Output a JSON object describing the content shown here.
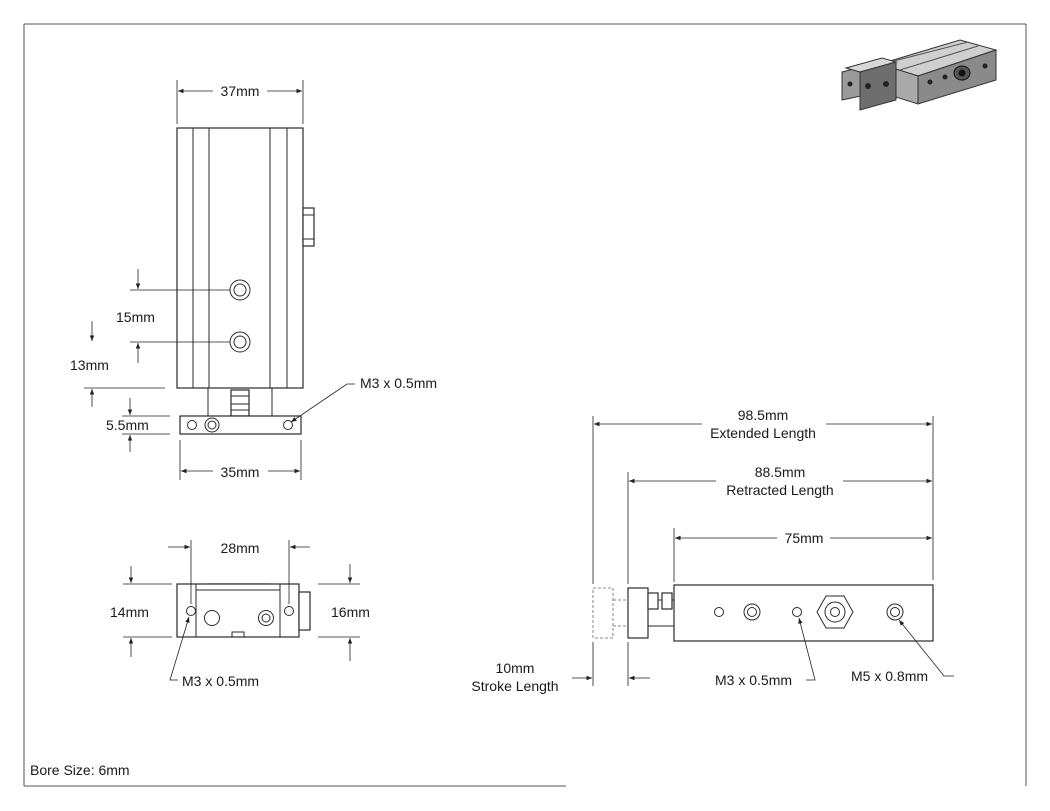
{
  "dims": {
    "top_width": "37mm",
    "hole_spacing": "15mm",
    "hole_offset": "13mm",
    "base_height": "5.5mm",
    "base_width": "35mm",
    "thread_top": "M3 x 0.5mm",
    "front_width": "28mm",
    "front_height": "14mm",
    "front_height2": "16mm",
    "thread_front": "M3 x 0.5mm",
    "extended_value": "98.5mm",
    "extended_label": "Extended Length",
    "retracted_value": "88.5mm",
    "retracted_label": "Retracted Length",
    "body_length": "75mm",
    "stroke_value": "10mm",
    "stroke_label": "Stroke Length",
    "thread_side": "M3 x 0.5mm",
    "port_side": "M5 x 0.8mm"
  },
  "footer": {
    "bore": "Bore Size: 6mm"
  },
  "colors": {
    "line": "#2a2a2a",
    "iso_top": "#c8c8c8",
    "iso_side": "#7a7a7a",
    "iso_dark": "#3a3a3a"
  }
}
